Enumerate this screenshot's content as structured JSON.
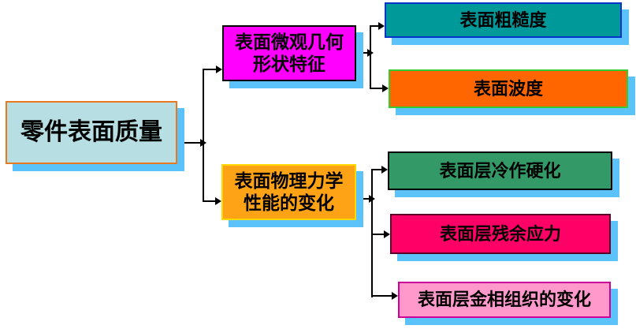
{
  "nodes": {
    "root": {
      "label": "零件表面质量"
    },
    "surface_geometry": {
      "line1": "表面微观几何",
      "line2": "形状特征"
    },
    "surface_physical": {
      "line1": "表面物理力学",
      "line2": "性能的变化"
    },
    "roughness": {
      "label": "表面粗糙度"
    },
    "waviness": {
      "label": "表面波度"
    },
    "cold_hardening": {
      "label": "表面层冷作硬化"
    },
    "residual_stress": {
      "label": "表面层残余应力"
    },
    "metallographic_change": {
      "label": "表面层金相组织的变化"
    }
  },
  "colors": {
    "canvas_bg": "#ffffff",
    "shadow": "#5cc3fa",
    "connector": "#000000",
    "root_fill": "#b7dee2",
    "root_border": "#e9791e",
    "surface_geometry_fill": "#ff00ff",
    "surface_geometry_border": "#000000",
    "surface_physical_fill": "#ffa316",
    "surface_physical_border": "#ffd800",
    "roughness_fill": "#009999",
    "roughness_border": "#0033cc",
    "waviness_fill": "#ff6600",
    "waviness_border": "#33cc33",
    "cold_hardening_fill": "#339966",
    "cold_hardening_border": "#000000",
    "residual_stress_fill": "#ff0066",
    "residual_stress_border": "#5a0028",
    "metallographic_change_fill": "#ff99cc",
    "metallographic_change_border": "#cc0099"
  }
}
